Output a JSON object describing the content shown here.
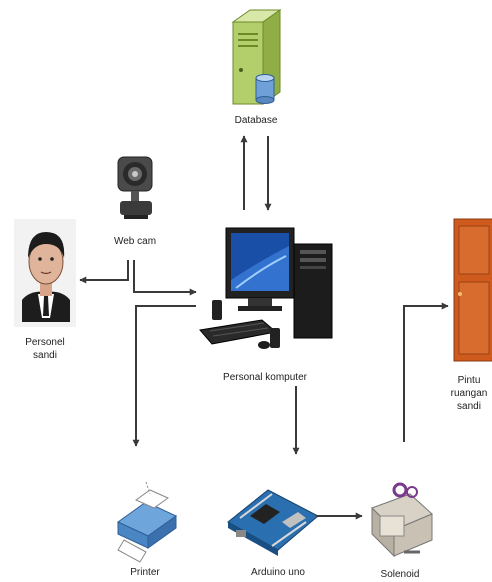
{
  "nodes": {
    "database": {
      "label": "Database"
    },
    "webcam": {
      "label": "Web cam"
    },
    "personel": {
      "label_line1": "Personel",
      "label_line2": "sandi"
    },
    "pc": {
      "label": "Personal komputer"
    },
    "pintu": {
      "label_line1": "Pintu",
      "label_line2": "ruangan",
      "label_line3": "sandi"
    },
    "printer": {
      "label": "Printer"
    },
    "arduino": {
      "label": "Arduino uno"
    },
    "solenoid": {
      "label": "Solenoid"
    }
  },
  "colors": {
    "arrow": "#3a3a3a",
    "database_green": "#b3cf6c",
    "door_orange": "#cf5a1e",
    "monitor_blue": "#1a4fa8",
    "arduino_blue": "#2a6fb0",
    "printer_blue": "#6ea6dc"
  }
}
